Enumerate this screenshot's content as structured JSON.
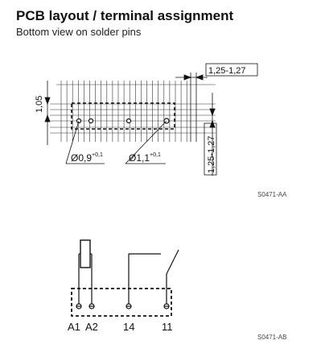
{
  "header": {
    "title": "PCB layout / terminal assignment",
    "subtitle": "Bottom view on solder pins"
  },
  "pcb_layout": {
    "dim_vertical_left": "1,05",
    "dim_horizontal_pitch": "1,25-1,27",
    "dim_vertical_pitch": "1,25-1,27",
    "hole_small": "Ø0,9",
    "hole_small_tol": "+0,1",
    "hole_large": "Ø1,1",
    "hole_large_tol": "+0,1",
    "drawing_code": "S0471-AA"
  },
  "terminal_assignment": {
    "pins": [
      "A1",
      "A2",
      "14",
      "11"
    ],
    "drawing_code": "S0471-AB"
  }
}
